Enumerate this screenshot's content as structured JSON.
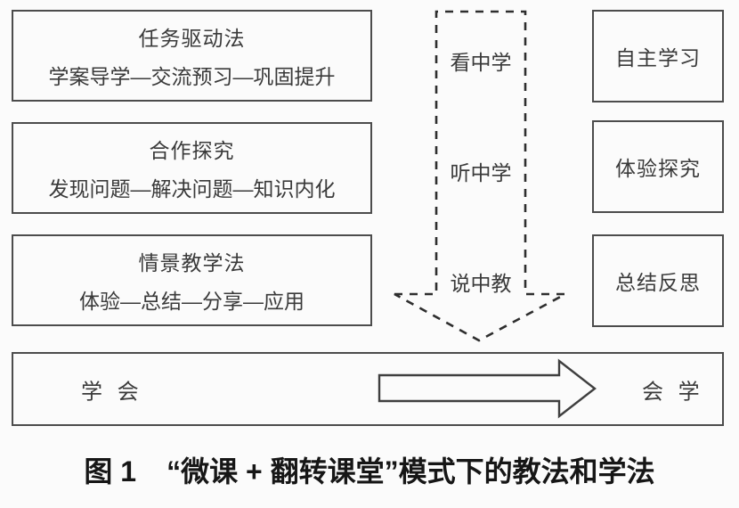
{
  "figure": {
    "teaching_methods": [
      {
        "title": "任务驱动法",
        "steps": "学案导学—交流预习—巩固提升"
      },
      {
        "title": "合作探究",
        "steps": "发现问题—解决问题—知识内化"
      },
      {
        "title": "情景教学法",
        "steps": "体验—总结—分享—应用"
      }
    ],
    "arrow_labels": [
      "看中学",
      "听中学",
      "说中教"
    ],
    "learning_methods": [
      "自主学习",
      "体验探究",
      "总结反思"
    ],
    "outcome": {
      "from": "学 会",
      "to": "会 学"
    },
    "caption": {
      "label": "图 1",
      "title": "“微课 + 翻转课堂”模式下的教法和学法"
    }
  },
  "icons": {
    "down_arrow": "dashed-outline-down-arrow",
    "right_arrow": "hollow-outline-right-arrow"
  },
  "colors": {
    "bg": "#fbfbfb",
    "border": "#4c4c4c",
    "text": "#3a3a3a",
    "caption": "#161616"
  }
}
